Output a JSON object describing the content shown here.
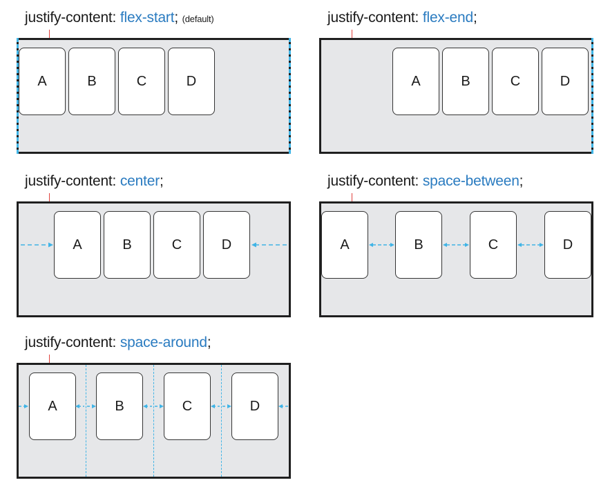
{
  "property": "justify-content:",
  "colors": {
    "value_text": "#2a7bc0",
    "guide": "#3fb4e6",
    "container_fill": "#e6e7e9",
    "marker": "#e0413c"
  },
  "panels": [
    {
      "id": "flex-start",
      "value": "flex-start",
      "semicolon": ";",
      "note": "(default)",
      "items": [
        "A",
        "B",
        "C",
        "D"
      ]
    },
    {
      "id": "flex-end",
      "value": "flex-end",
      "semicolon": ";",
      "items": [
        "A",
        "B",
        "C",
        "D"
      ]
    },
    {
      "id": "center",
      "value": "center",
      "semicolon": ";",
      "items": [
        "A",
        "B",
        "C",
        "D"
      ]
    },
    {
      "id": "space-between",
      "value": "space-between",
      "semicolon": ";",
      "items": [
        "A",
        "B",
        "C",
        "D"
      ]
    },
    {
      "id": "space-around",
      "value": "space-around",
      "semicolon": ";",
      "items": [
        "A",
        "B",
        "C",
        "D"
      ]
    }
  ]
}
